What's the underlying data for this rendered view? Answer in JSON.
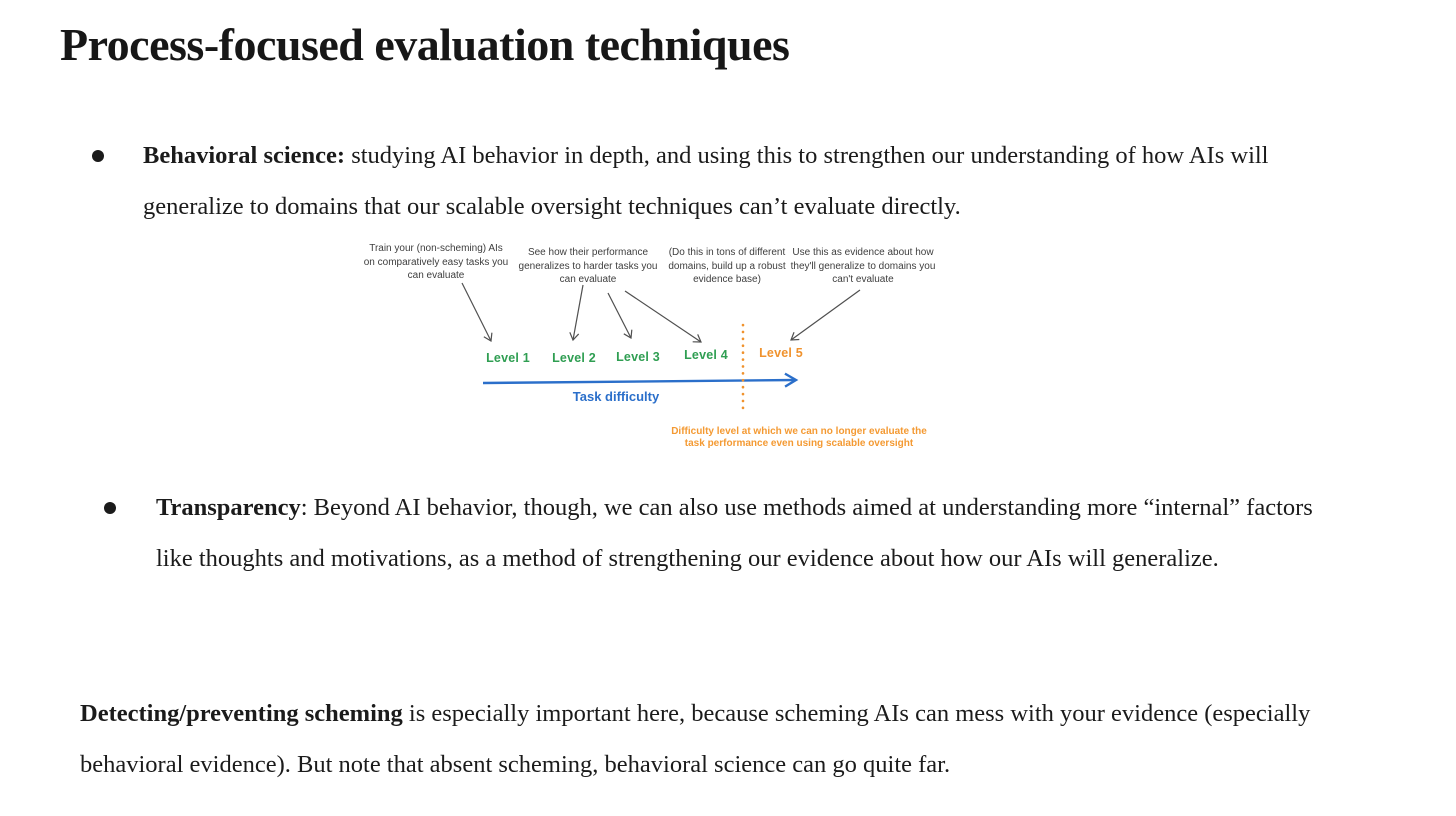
{
  "slide": {
    "title": "Process-focused evaluation techniques",
    "bullets": [
      {
        "lead": "Behavioral science:",
        "rest": " studying AI behavior in depth, and using this to strengthen our understanding of how AIs will generalize to domains that our scalable oversight techniques can’t evaluate directly."
      },
      {
        "lead": "Transparency",
        "rest": ": Beyond AI behavior, though, we can also use methods aimed at understanding more “internal” factors like thoughts and motivations, as a method of strengthening our evidence about how our AIs will generalize."
      }
    ],
    "closing": {
      "lead": "Detecting/preventing scheming",
      "rest": " is especially important here, because scheming AIs can mess with your evidence (especially behavioral evidence). But note that absent scheming, behavioral science can go quite far."
    }
  },
  "diagram": {
    "annotations": [
      {
        "text": "Train your (non-scheming) AIs on comparatively easy tasks you can evaluate"
      },
      {
        "text": "See how their performance generalizes to harder tasks you can evaluate"
      },
      {
        "text": "(Do this in tons of different domains, build up a robust evidence base)"
      },
      {
        "text": "Use this as evidence about how they'll generalize to domains you can't evaluate"
      }
    ],
    "levels": [
      {
        "label": "Level 1",
        "color": "#2f9e52"
      },
      {
        "label": "Level 2",
        "color": "#2f9e52"
      },
      {
        "label": "Level 3",
        "color": "#2f9e52"
      },
      {
        "label": "Level 4",
        "color": "#2f9e52"
      },
      {
        "label": "Level 5",
        "color": "#f0922d"
      }
    ],
    "axis_label": "Task difficulty",
    "threshold_caption": "Difficulty level at which we can no longer evaluate the task performance even using scalable oversight",
    "colors": {
      "green": "#2f9e52",
      "orange": "#f0922d",
      "blue": "#2b6fca",
      "arrow_gray": "#4f4f4f",
      "annotation_text": "#3e3e3e",
      "body_text": "#1b1b1b"
    }
  }
}
